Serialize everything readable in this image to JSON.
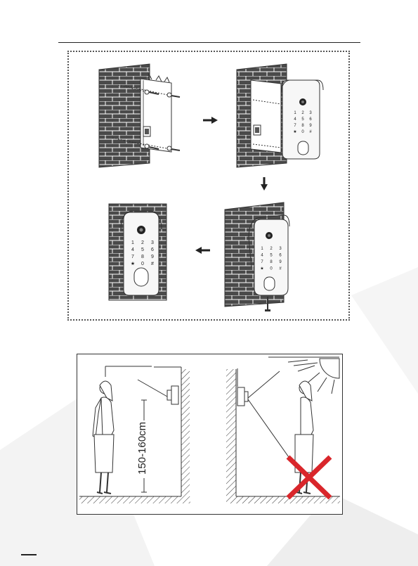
{
  "install_steps": {
    "keypad_keys": [
      "1",
      "2",
      "3",
      "4",
      "5",
      "6",
      "7",
      "8",
      "9",
      "★",
      "0",
      "#"
    ],
    "step_count": 4
  },
  "height_guide": {
    "height_label": "150-160cm",
    "correct_label": "",
    "incorrect_mark_color": "#d9262b"
  },
  "colors": {
    "brick": "#4a4a4a",
    "mortar": "#ffffff",
    "device": "#f7f7f7",
    "camera": "#222222"
  }
}
